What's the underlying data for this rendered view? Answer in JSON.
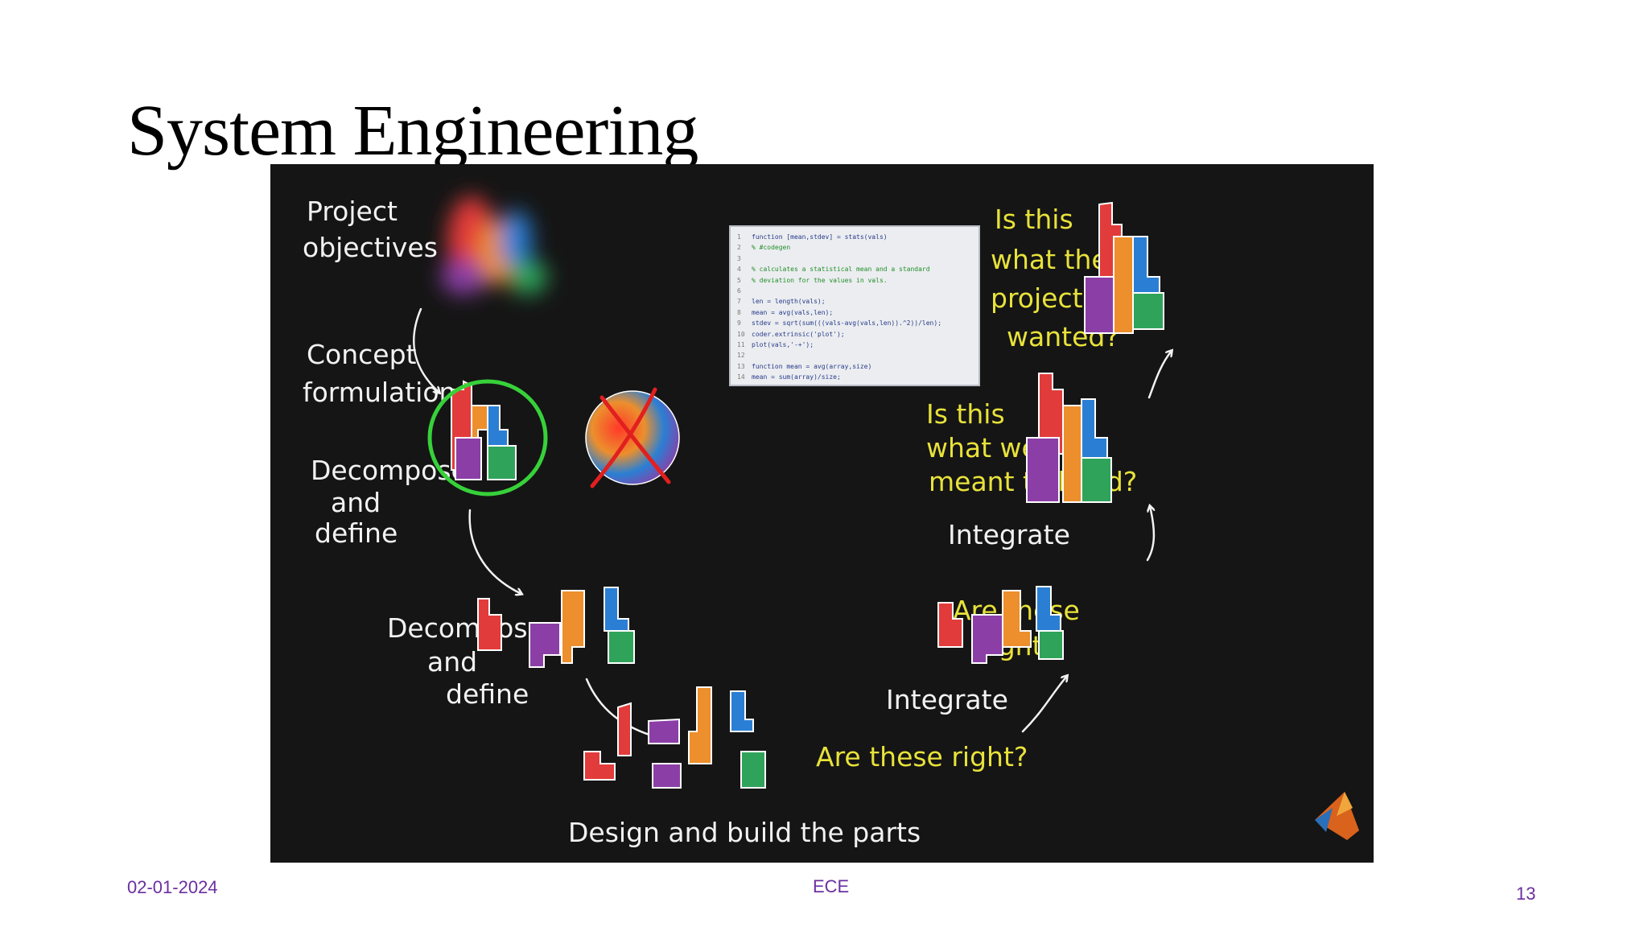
{
  "slide": {
    "title": "System Engineering"
  },
  "diagram": {
    "left_labels": {
      "project_objectives_1": "Project",
      "project_objectives_2": "objectives",
      "concept_formulation_1": "Concept",
      "concept_formulation_2": "formulation",
      "decompose1_1": "Decompose",
      "decompose1_2": "and",
      "decompose1_3": "define",
      "decompose2_1": "Decompose",
      "decompose2_2": "and",
      "decompose2_3": "define"
    },
    "bottom_label": "Design and build the parts",
    "right_labels": {
      "integrate_lower": "Integrate",
      "are_these_right_lower": "Are these right?",
      "integrate_upper": "Integrate",
      "are_these_1": "Are these",
      "are_these_2": "right?",
      "is_this_we_1": "Is this",
      "is_this_we_2": "what we",
      "is_this_we_3": "meant to build?",
      "is_this_project_1": "Is this",
      "is_this_project_2": "what the",
      "is_this_project_3": "project",
      "is_this_project_4": "wanted?"
    },
    "colors": {
      "red": "#e23b3b",
      "orange": "#ec8f2c",
      "blue": "#2a7fd4",
      "purple": "#8b3fa6",
      "green": "#2fa35a",
      "yellow_text": "#e8e23a",
      "approve_circle": "#37d13a",
      "reject_cross": "#e21f1f"
    },
    "icons": [
      "matlab-logo-icon"
    ]
  },
  "code": {
    "lines": [
      {
        "n": "1",
        "t": "function [mean,stdev] = stats(vals)",
        "c": false
      },
      {
        "n": "2",
        "t": "% #codegen",
        "c": true
      },
      {
        "n": "3",
        "t": "",
        "c": false
      },
      {
        "n": "4",
        "t": "% calculates a statistical mean and a standard",
        "c": true
      },
      {
        "n": "5",
        "t": "% deviation for the values in vals.",
        "c": true
      },
      {
        "n": "6",
        "t": "",
        "c": false
      },
      {
        "n": "7",
        "t": "len = length(vals);",
        "c": false
      },
      {
        "n": "8",
        "t": "mean = avg(vals,len);",
        "c": false
      },
      {
        "n": "9",
        "t": "stdev = sqrt(sum(((vals-avg(vals,len)).^2))/len);",
        "c": false
      },
      {
        "n": "10",
        "t": "coder.extrinsic('plot');",
        "c": false
      },
      {
        "n": "11",
        "t": "plot(vals,'-+');",
        "c": false
      },
      {
        "n": "12",
        "t": "",
        "c": false
      },
      {
        "n": "13",
        "t": "function mean = avg(array,size)",
        "c": false
      },
      {
        "n": "14",
        "t": "mean = sum(array)/size;",
        "c": false
      }
    ]
  },
  "footer": {
    "date": "02-01-2024",
    "center": "ECE",
    "page": "13"
  }
}
